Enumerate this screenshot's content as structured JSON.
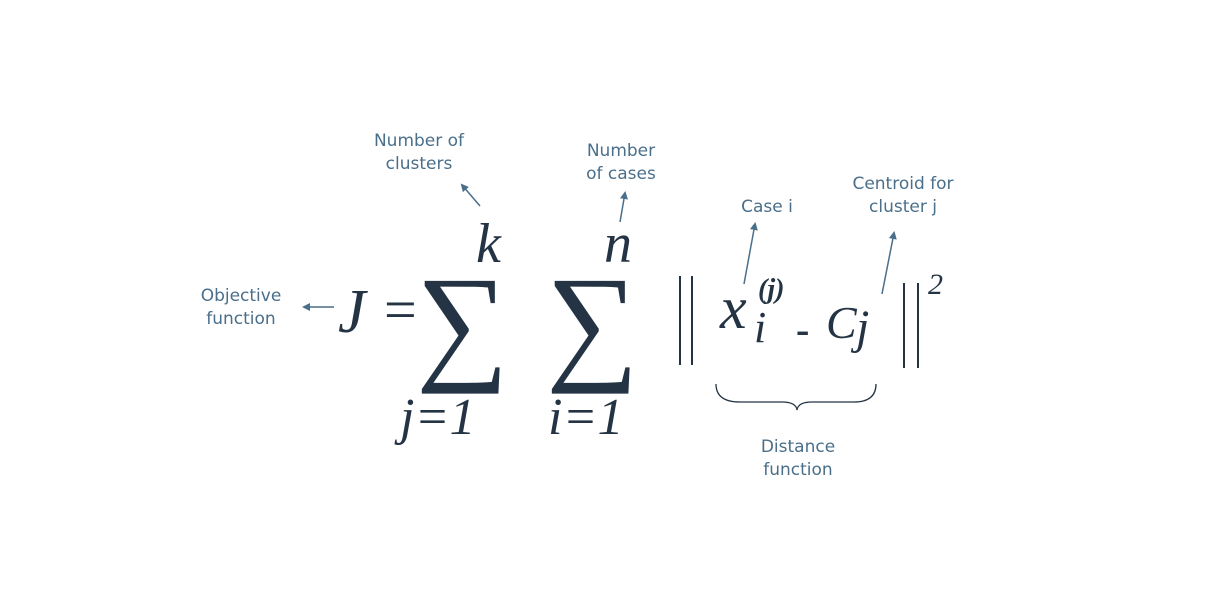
{
  "annotations": {
    "objective": [
      "Objective",
      "function"
    ],
    "num_clusters": [
      "Number of",
      "clusters"
    ],
    "num_cases": [
      "Number",
      "of cases"
    ],
    "case_i": [
      "Case i"
    ],
    "centroid": [
      "Centroid for",
      "cluster j"
    ],
    "distance": [
      "Distance",
      "function"
    ]
  },
  "formula": {
    "lhs": "J",
    "equals": "=",
    "sum1_upper": "k",
    "sum1_symbol": "∑",
    "sum1_lower": "j=1",
    "sum2_upper": "n",
    "sum2_symbol": "∑",
    "sum2_lower": "i=1",
    "x": "x",
    "x_sub": "i",
    "x_sup": "(j)",
    "minus": "-",
    "c": "C",
    "c_sub": "j",
    "norm_exp": "2"
  },
  "colors": {
    "formula": "#243444",
    "annotation": "#4a6f8a"
  }
}
